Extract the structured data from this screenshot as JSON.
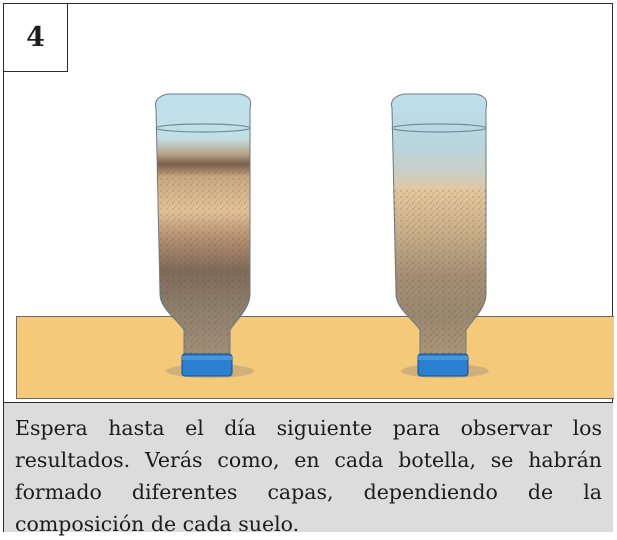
{
  "step": {
    "number": "4"
  },
  "colors": {
    "ground": "#f4c97a",
    "caption_bg": "#dcdcdc",
    "cap": "#2a7fd0",
    "water": "#b9dbe6"
  },
  "bottles": [
    {
      "name": "bottle-left",
      "cap_icon": "bottle-cap-icon"
    },
    {
      "name": "bottle-right",
      "cap_icon": "bottle-cap-icon"
    }
  ],
  "caption": {
    "text": "Espera hasta el día siguiente para observar los resultados. Verás como, en cada botella, se habrán formado diferentes capas, dependiendo de la composición de cada suelo."
  }
}
